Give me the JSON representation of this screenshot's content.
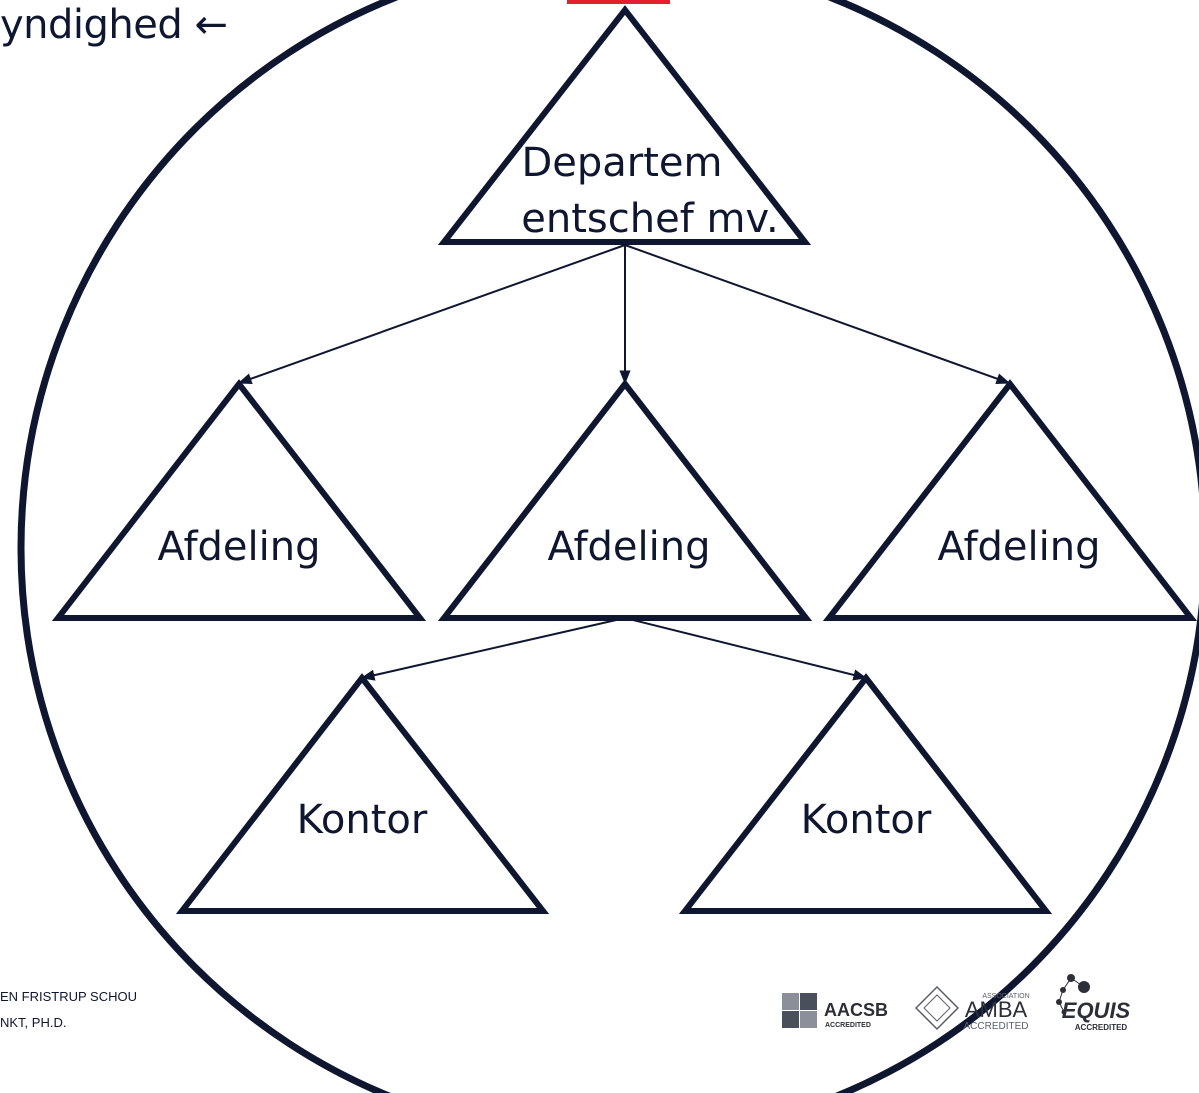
{
  "header": {
    "title_fragment": "yndighed ←"
  },
  "diagram": {
    "top_node": {
      "line1": "Departem",
      "line2": "entschef mv."
    },
    "level2_nodes": [
      "Afdeling",
      "Afdeling",
      "Afdeling"
    ],
    "level3_nodes": [
      "Kontor",
      "Kontor"
    ],
    "colors": {
      "stroke": "#0f1630",
      "accent": "#e4202e"
    }
  },
  "footer": {
    "line1": "EN FRISTRUP SCHOU",
    "line2": "NKT, PH.D."
  },
  "logos": {
    "aacsb": {
      "name": "AACSB",
      "sub": "ACCREDITED"
    },
    "amba": {
      "top": "ASSOCIATION",
      "name": "AMBA",
      "sub": "ACCREDITED"
    },
    "equis": {
      "name": "EQUIS",
      "sub": "ACCREDITED"
    }
  }
}
